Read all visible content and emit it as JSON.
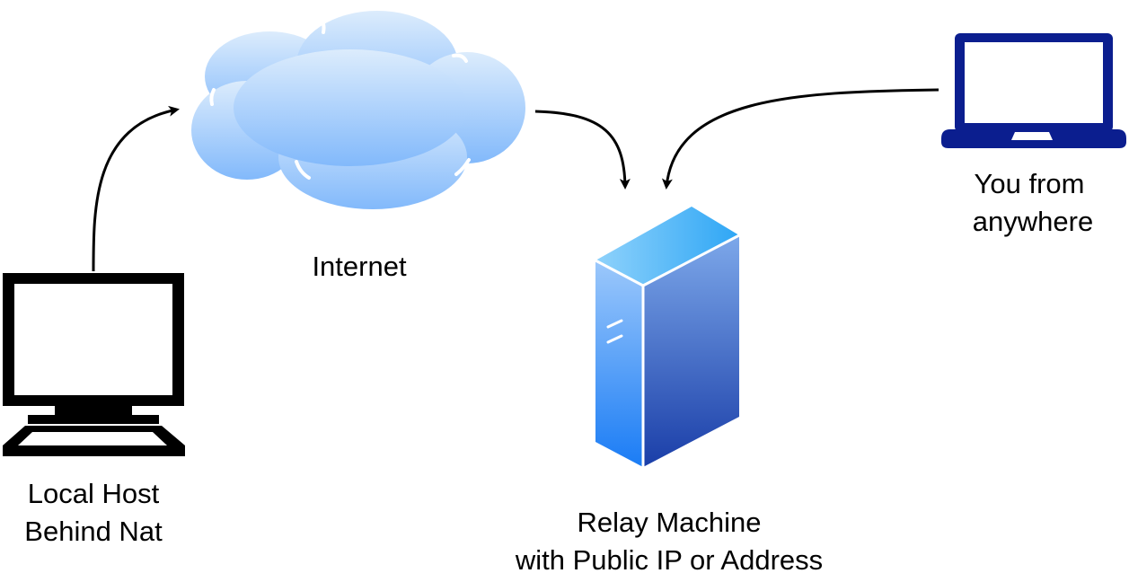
{
  "labels": {
    "internet": "Internet",
    "local_host_line1": "Local Host",
    "local_host_line2": "Behind Nat",
    "relay_line1": "Relay Machine",
    "relay_line2": "with Public IP or Address",
    "remote_line1": "You from",
    "remote_line2": "anywhere"
  },
  "colors": {
    "cloud_top": "#dcecfc",
    "cloud_bottom": "#82b9fb",
    "server_front_top": "#9cc8fb",
    "server_front_bottom": "#1a7cf5",
    "server_side_top": "#7da8ea",
    "server_side_bottom": "#1a3ea8",
    "server_top_face": "#4ab2f7",
    "laptop": "#0b1e8f",
    "desktop": "#000000",
    "arrow": "#000000"
  },
  "icons": {
    "local_host": "desktop-computer-icon",
    "internet": "cloud-icon",
    "relay": "server-tower-icon",
    "remote": "laptop-icon"
  }
}
